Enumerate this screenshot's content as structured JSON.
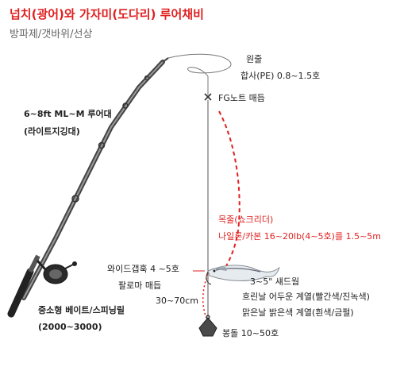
{
  "title": "넙치(광어)와 가자미(도다리) 루어채비",
  "subtitle": "방파제/갯바위/선상",
  "labels": {
    "main_line_1": "원줄",
    "main_line_2": "합사(PE) 0.8~1.5호",
    "fg_knot": "FG노트 매듭",
    "rod_1": "6~8ft ML~M 루어대",
    "rod_2": "(라이트지깅대)",
    "leader_1": "목줄(쇼크리더)",
    "leader_2": "나일론/카본 16~20lb(4~5호)를 1.5~5m",
    "swivel_1": "와이드갭훅 4 ~5호",
    "swivel_2": "팔로마 매듭",
    "shad_1": "3~5\" 섀드웜",
    "shad_2": "흐린날 어두운 계열(빨간색/진녹색)",
    "shad_3": "맑은날 밝은색 계열(흰색/금펄)",
    "distance": "30~70cm",
    "reel_1": "중소형 베이트/스피닝릴",
    "reel_2": "(2000~3000)",
    "sinker": "봉돌 10~50호"
  },
  "colors": {
    "title": "#e02020",
    "subtitle": "#666666",
    "leader_line": "#e02020",
    "text": "#222222"
  }
}
